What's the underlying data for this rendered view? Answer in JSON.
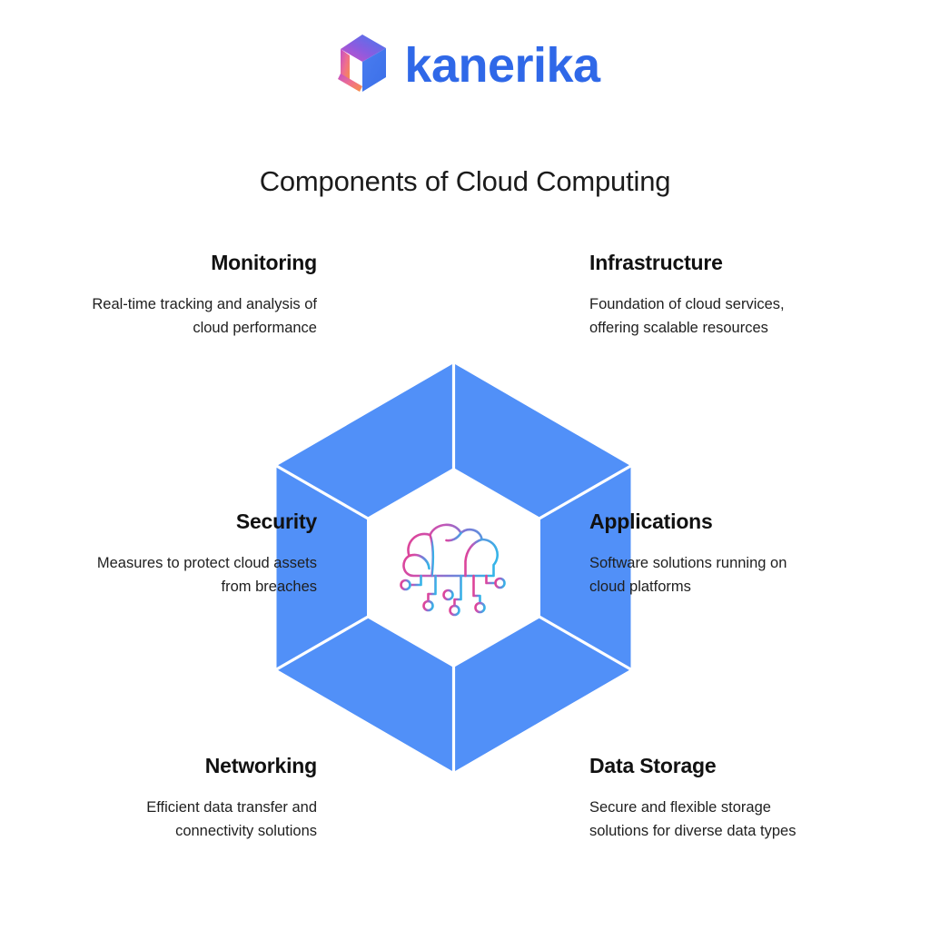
{
  "brand": {
    "name": "kanerika",
    "logo_icon": "cube-logo-icon",
    "wordmark_color": "#2f68e8",
    "mark_gradient": [
      "#b44bd6",
      "#4a7df0",
      "#f5843f"
    ]
  },
  "title": "Components of Cloud Computing",
  "diagram": {
    "shape": "hexagon",
    "segment_color": "#5190f8",
    "gap_color": "#ffffff",
    "center_icon": "cloud-circuit-icon",
    "center_icon_gradient": [
      "#e0489f",
      "#7b6fd0",
      "#3aa8e0"
    ],
    "segment_count": 6
  },
  "components": [
    {
      "id": "monitoring",
      "title": "Monitoring",
      "description": "Real-time tracking and analysis of cloud performance",
      "side": "left",
      "row": "top"
    },
    {
      "id": "infrastructure",
      "title": "Infrastructure",
      "description": "Foundation of cloud services, offering scalable resources",
      "side": "right",
      "row": "top"
    },
    {
      "id": "security",
      "title": "Security",
      "description": "Measures to protect cloud assets from breaches",
      "side": "left",
      "row": "middle"
    },
    {
      "id": "applications",
      "title": "Applications",
      "description": "Software solutions running on cloud platforms",
      "side": "right",
      "row": "middle"
    },
    {
      "id": "networking",
      "title": "Networking",
      "description": "Efficient data transfer and connectivity solutions",
      "side": "left",
      "row": "bottom"
    },
    {
      "id": "data_storage",
      "title": "Data Storage",
      "description": "Secure and flexible storage solutions for diverse data types",
      "side": "right",
      "row": "bottom"
    }
  ]
}
